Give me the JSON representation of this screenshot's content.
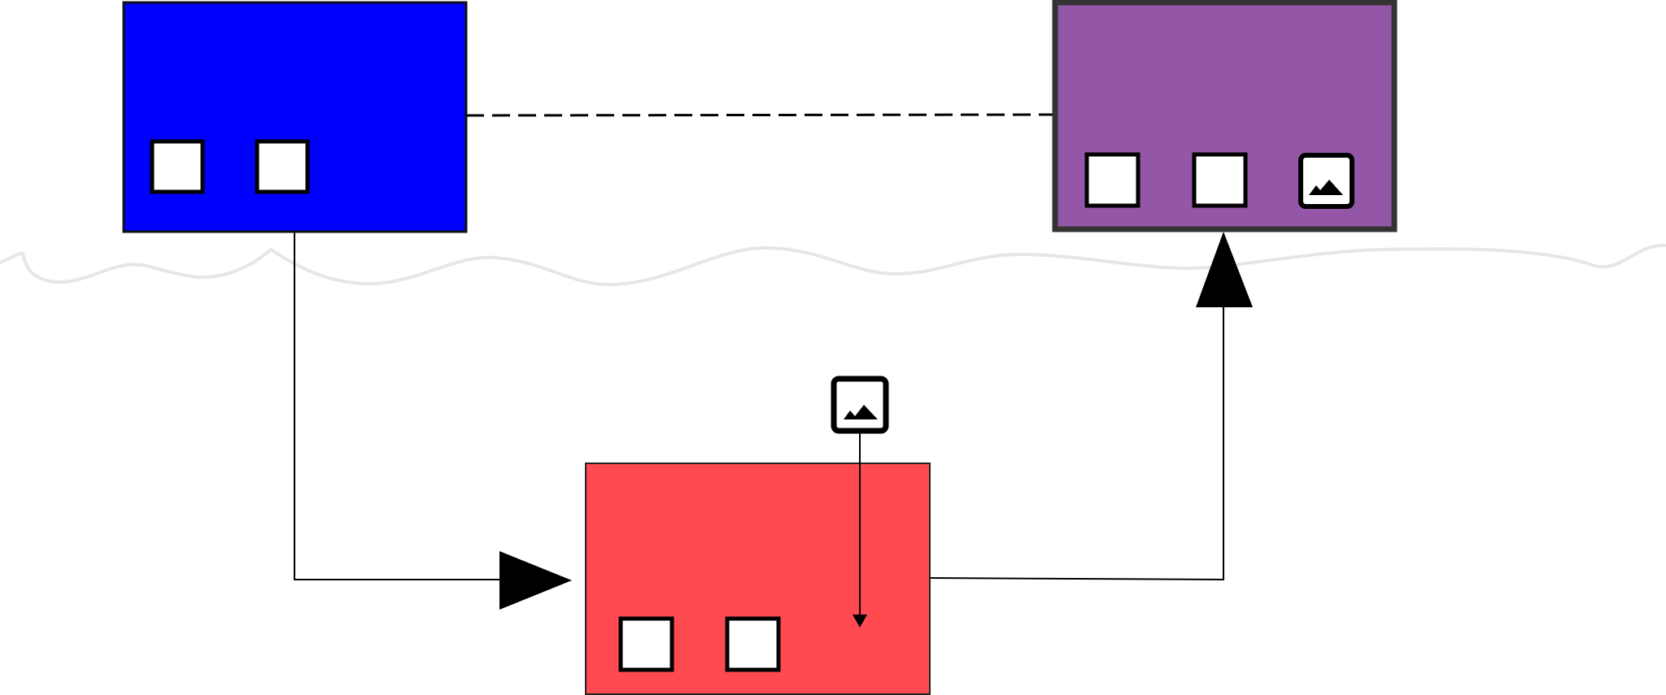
{
  "diagram": {
    "background": "#ffffff",
    "wave_color": "#e6e6e6",
    "line_color": "#000000",
    "boxes": {
      "blue": {
        "fill": "#0000ff",
        "border": "#111111",
        "slot_count": 2
      },
      "purple": {
        "fill": "#9457a8",
        "border": "#333333",
        "slot_count": 2,
        "has_image_slot": true
      },
      "red": {
        "fill": "#ff4a52",
        "border": "#222222",
        "slot_count": 2
      }
    },
    "slot": {
      "fill": "#ffffff",
      "border": "#000000"
    },
    "icons": {
      "floating": "image-icon",
      "purple_slot": "image-icon"
    },
    "connectors": {
      "blue_to_purple": "dashed",
      "blue_to_red": "solid-with-large-triangle-arrow",
      "red_to_purple": "solid-with-large-triangle-arrow",
      "icon_to_red": "solid-with-small-arrow"
    }
  }
}
